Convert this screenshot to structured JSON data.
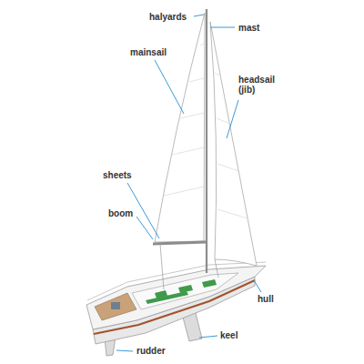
{
  "diagram": {
    "labels": [
      "halyards",
      "mast",
      "mainsail",
      "headsail (jib)",
      "sheets",
      "boom",
      "hull",
      "keel",
      "rudder"
    ]
  }
}
